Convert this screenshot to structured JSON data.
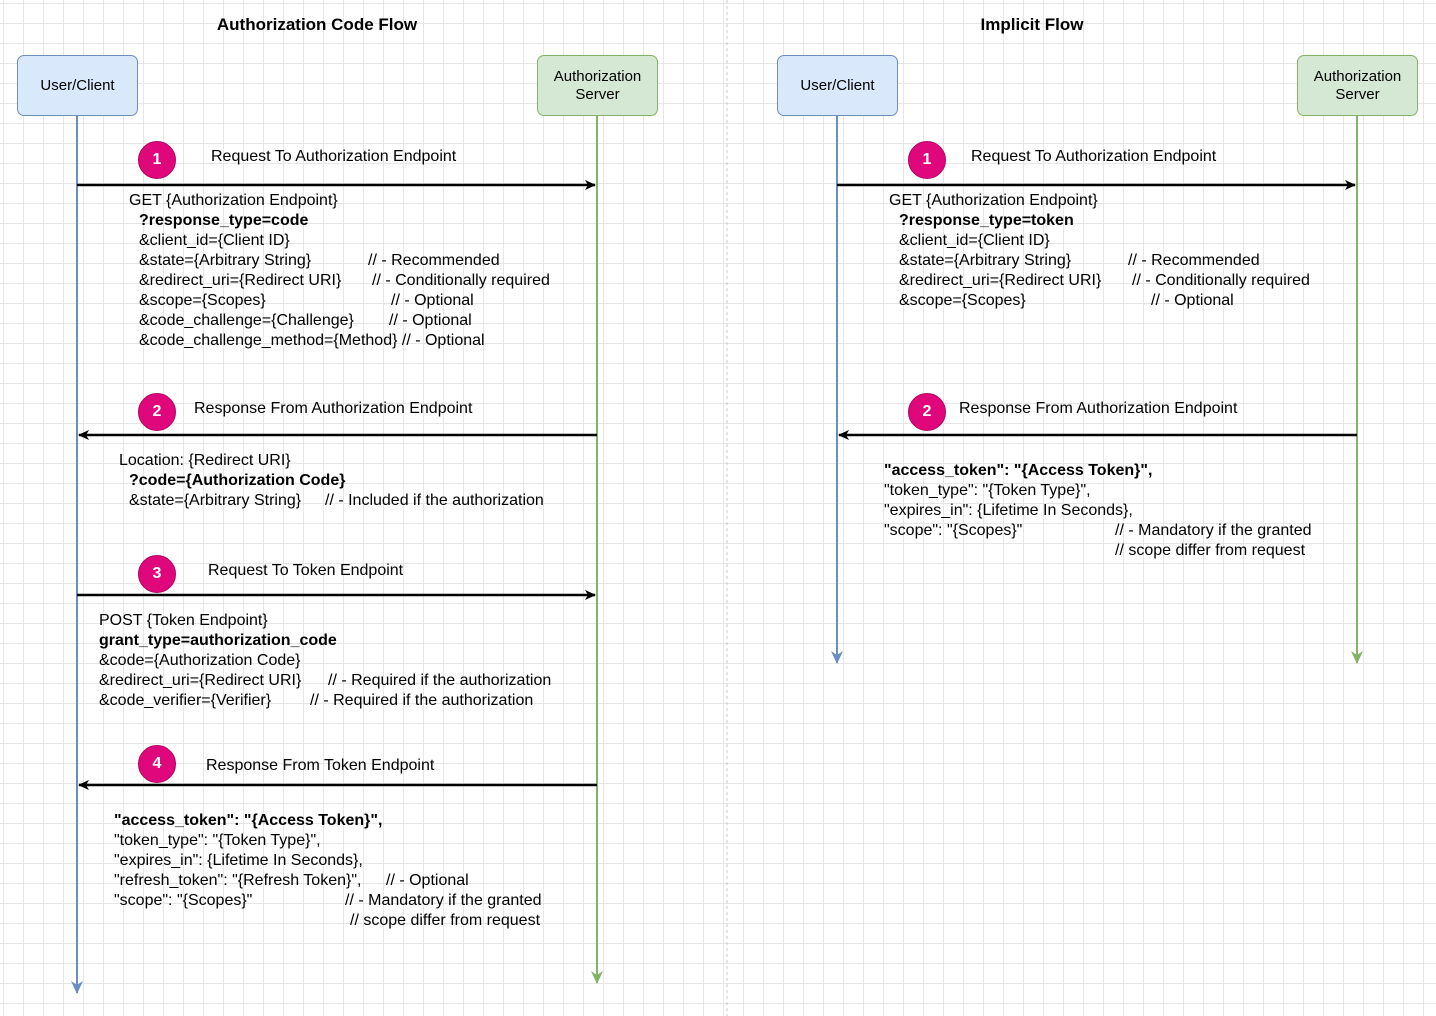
{
  "left": {
    "title": "Authorization Code Flow",
    "client_label": "User/Client",
    "server_label": "Authorization\nServer",
    "steps": [
      {
        "num": "1",
        "label": "Request To Authorization Endpoint"
      },
      {
        "num": "2",
        "label": "Response From Authorization Endpoint"
      },
      {
        "num": "3",
        "label": "Request To Token Endpoint"
      },
      {
        "num": "4",
        "label": "Response From Token Endpoint"
      }
    ],
    "step1_lines": [
      "GET {Authorization Endpoint}",
      "?response_type=code",
      "&client_id={Client ID}",
      "&state={Arbitrary String}",
      "// - Recommended",
      "&redirect_uri={Redirect URI}",
      "// - Conditionally required",
      "&scope={Scopes}",
      "// - Optional",
      "&code_challenge={Challenge}",
      "// - Optional",
      "&code_challenge_method={Method} // - Optional"
    ],
    "step2_lines": [
      "Location: {Redirect URI}",
      "?code={Authorization Code}",
      "&state={Arbitrary String}",
      "// - Included if the authorization"
    ],
    "step3_lines": [
      "POST {Token Endpoint}",
      "grant_type=authorization_code",
      "&code={Authorization Code}",
      "&redirect_uri={Redirect URI}",
      "// - Required if the authorization",
      "&code_verifier={Verifier}",
      "// - Required if the authorization"
    ],
    "step4_lines": [
      "\"access_token\": \"{Access Token}\",",
      "\"token_type\": \"{Token Type}\",",
      "\"expires_in\": {Lifetime In Seconds},",
      "\"refresh_token\": \"{Refresh Token}\",",
      "// - Optional",
      "\"scope\": \"{Scopes}\"",
      "// - Mandatory if the granted",
      "// scope differ from request"
    ]
  },
  "right": {
    "title": "Implicit Flow",
    "client_label": "User/Client",
    "server_label": "Authorization\nServer",
    "steps": [
      {
        "num": "1",
        "label": "Request To Authorization Endpoint"
      },
      {
        "num": "2",
        "label": "Response From Authorization Endpoint"
      }
    ],
    "step1_lines": [
      "GET {Authorization Endpoint}",
      "?response_type=token",
      "&client_id={Client ID}",
      "&state={Arbitrary String}",
      "// - Recommended",
      "&redirect_uri={Redirect URI}",
      "// - Conditionally required",
      "&scope={Scopes}",
      "// - Optional"
    ],
    "step2_lines": [
      "\"access_token\": \"{Access Token}\",",
      "\"token_type\": \"{Token Type}\",",
      "\"expires_in\": {Lifetime In Seconds},",
      "\"scope\": \"{Scopes}\"",
      "// - Mandatory if the granted",
      "// scope differ from request"
    ]
  },
  "colors": {
    "client_fill": "#dae8fc",
    "client_stroke": "#6c8ebf",
    "server_fill": "#d5e8d4",
    "server_stroke": "#82b366",
    "badge": "#e0077d",
    "divider": "#c8c8c8"
  }
}
